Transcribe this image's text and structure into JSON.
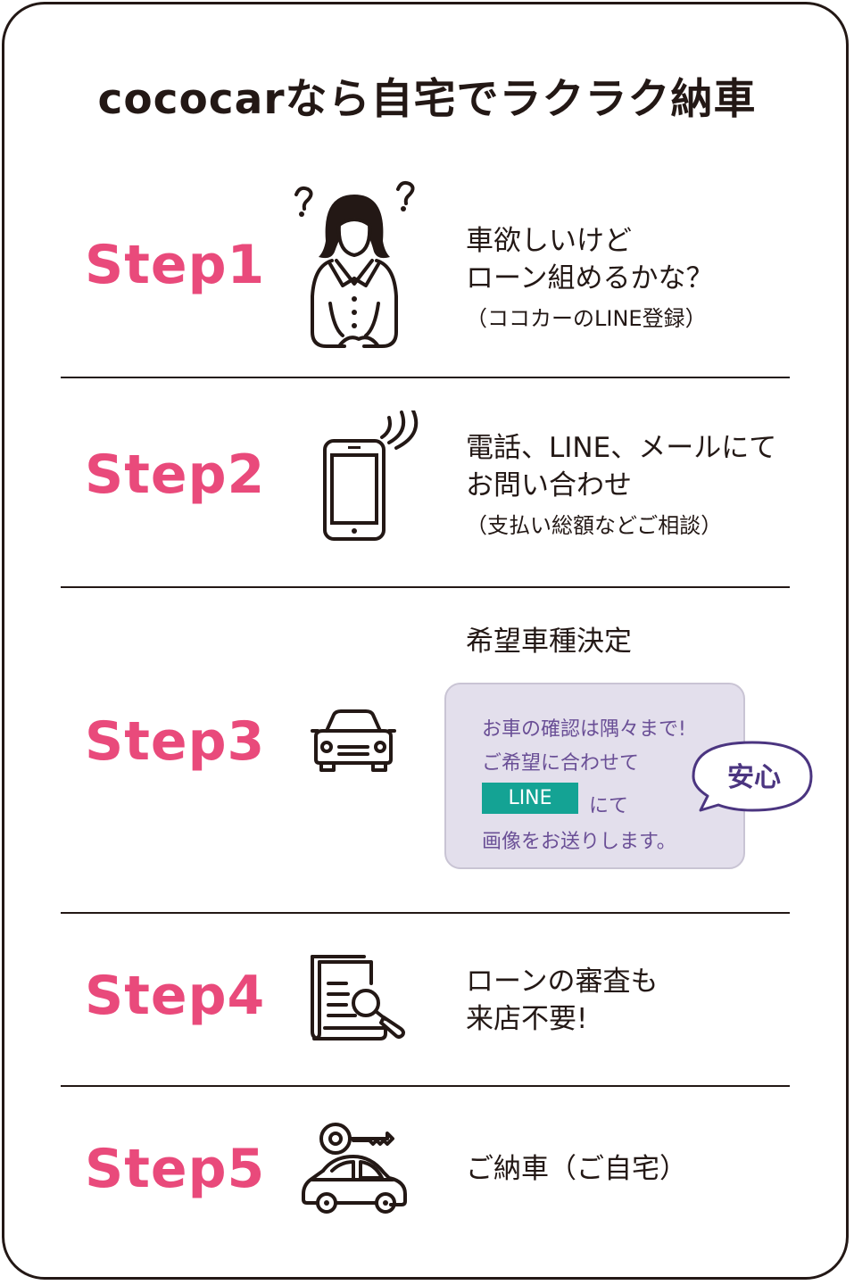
{
  "title": "cococarなら自宅でラクラク納車",
  "steps": [
    {
      "label": "Step1",
      "lines": [
        "車欲しいけど",
        "ローン組めるかな？"
      ],
      "note": "（ココカーのLINE登録）",
      "icon": "worried-woman-icon"
    },
    {
      "label": "Step2",
      "lines": [
        "電話、LINE、メールにて",
        "お問い合わせ"
      ],
      "note": "（支払い総額などご相談）",
      "icon": "smartphone-icon"
    },
    {
      "label": "Step3",
      "lines": [
        "希望車種決定"
      ],
      "icon": "car-icon"
    },
    {
      "label": "Step4",
      "lines": [
        "ローンの審査も",
        "来店不要!"
      ],
      "icon": "document-search-icon"
    },
    {
      "label": "Step5",
      "lines": [
        "ご納車（ご自宅）"
      ],
      "icon": "car-key-icon"
    }
  ],
  "info_box": {
    "line1": "お車の確認は隅々まで!",
    "line2": "ご希望に合わせて",
    "badge": "LINE",
    "badge_suffix": "にて",
    "line4": "画像をお送りします。",
    "bubble": "安心"
  },
  "colors": {
    "accent_pink": "#e94a7b",
    "line_green": "#14a394",
    "info_purple": "#6a4f96",
    "box_bg": "#e3dfec"
  }
}
